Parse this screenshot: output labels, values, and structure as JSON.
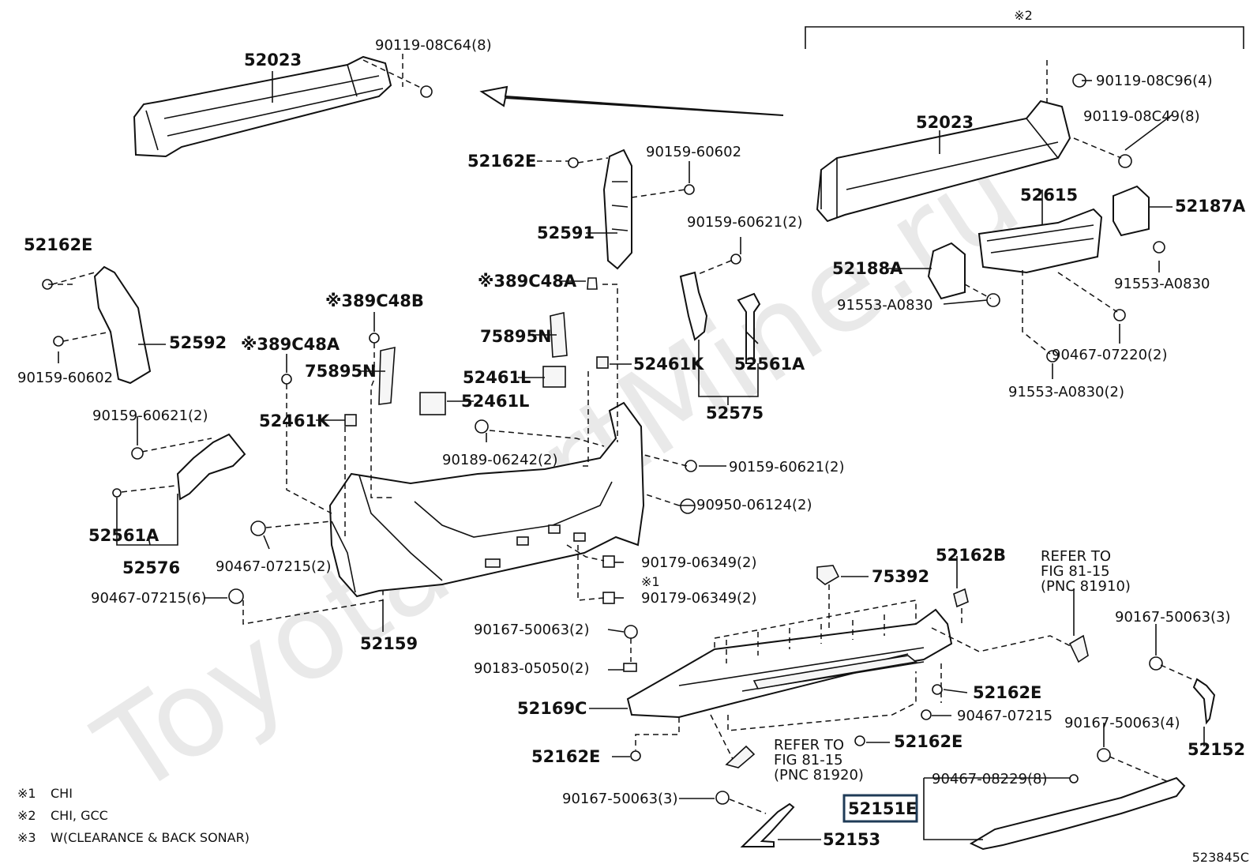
{
  "watermark": "ToyotaPartMine.ru",
  "diagram_id": "523845C",
  "group_note": "※2",
  "labels": {
    "l1": "52023",
    "l2": "90119-08C64(8)",
    "l3": "52023",
    "l4": "90119-08C96(4)",
    "l5": "90119-08C49(8)",
    "l6": "52162E",
    "l7": "90159-60602",
    "l8": "52591",
    "l9": "52615",
    "l10": "52187A",
    "l11": "52162E",
    "l12": "90159-60621(2)",
    "l13": "52188A",
    "l14": "91553-A0830",
    "l15": "91553-A0830",
    "l16": "※389C48A",
    "l17": "※389C48B",
    "l18": "52592",
    "l19": "90159-60602",
    "l20": "75895N",
    "l21": "52461K",
    "l22": "52561A",
    "l23": "90467-07220(2)",
    "l24": "※389C48A",
    "l25": "75895N",
    "l26": "52461L",
    "l27": "91553-A0830(2)",
    "l28": "52461L",
    "l29": "52575",
    "l30": "90159-60621(2)",
    "l31": "52461K",
    "l32": "90189-06242(2)",
    "l33": "90159-60621(2)",
    "l34": "90950-06124(2)",
    "l35": "52561A",
    "l36": "52576",
    "l37": "90467-07215(2)",
    "l38": "90179-06349(2)",
    "l39": "※1",
    "l40": "90179-06349(2)",
    "l41": "90467-07215(6)",
    "l42": "52159",
    "l43": "75392",
    "l44": "52162B",
    "l45": "REFER TO",
    "l46": "FIG 81-15",
    "l47": "(PNC 81910)",
    "l48": "90167-50063(2)",
    "l49": "90183-05050(2)",
    "l50": "90167-50063(3)",
    "l51": "52162E",
    "l52": "52169C",
    "l53": "90467-07215",
    "l54": "90167-50063(4)",
    "l55": "52162E",
    "l56": "52152",
    "l57": "REFER TO",
    "l58": "FIG 81-15",
    "l59": "(PNC 81920)",
    "l60": "52162E",
    "l61": "90467-08229(8)",
    "l62": "90167-50063(3)",
    "l63": "52151E",
    "l64": "52153"
  },
  "legend": [
    {
      "mark": "※1",
      "text": "CHI"
    },
    {
      "mark": "※2",
      "text": "CHI, GCC"
    },
    {
      "mark": "※3",
      "text": "W(CLEARANCE & BACK SONAR)"
    }
  ],
  "highlighted_part": "52151E",
  "colors": {
    "line": "#111111",
    "highlight": "#1f3b57",
    "watermark": "#e9e9e9"
  }
}
